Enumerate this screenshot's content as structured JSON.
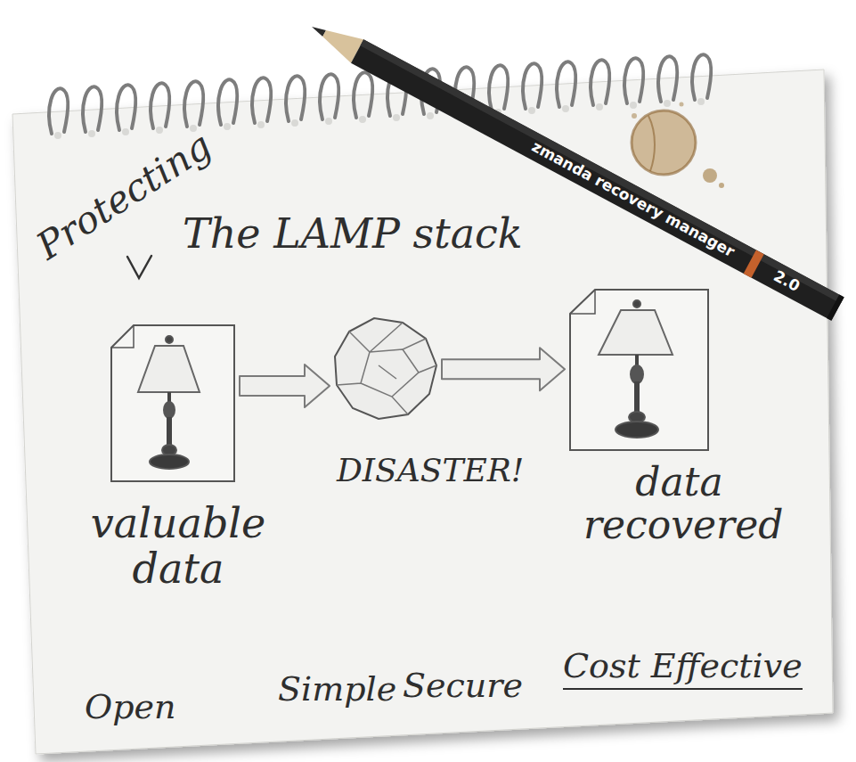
{
  "diagram": {
    "title": "The LAMP stack",
    "nodes": [
      {
        "text": [
          "valuable data"
        ]
      },
      {
        "text": [
          "DISASTER!"
        ]
      },
      {
        "text": [
          "data recovered"
        ]
      }
    ],
    "edges": [
      {
        "from": 0,
        "to": 1,
        "arrow": "to"
      },
      {
        "from": 1,
        "to": 2,
        "arrow": "to"
      }
    ],
    "labels": [
      "Protecting",
      "zmanda recovery manager",
      "2.0",
      "Open",
      "Simple",
      "Secure",
      "Cost Effective"
    ]
  }
}
